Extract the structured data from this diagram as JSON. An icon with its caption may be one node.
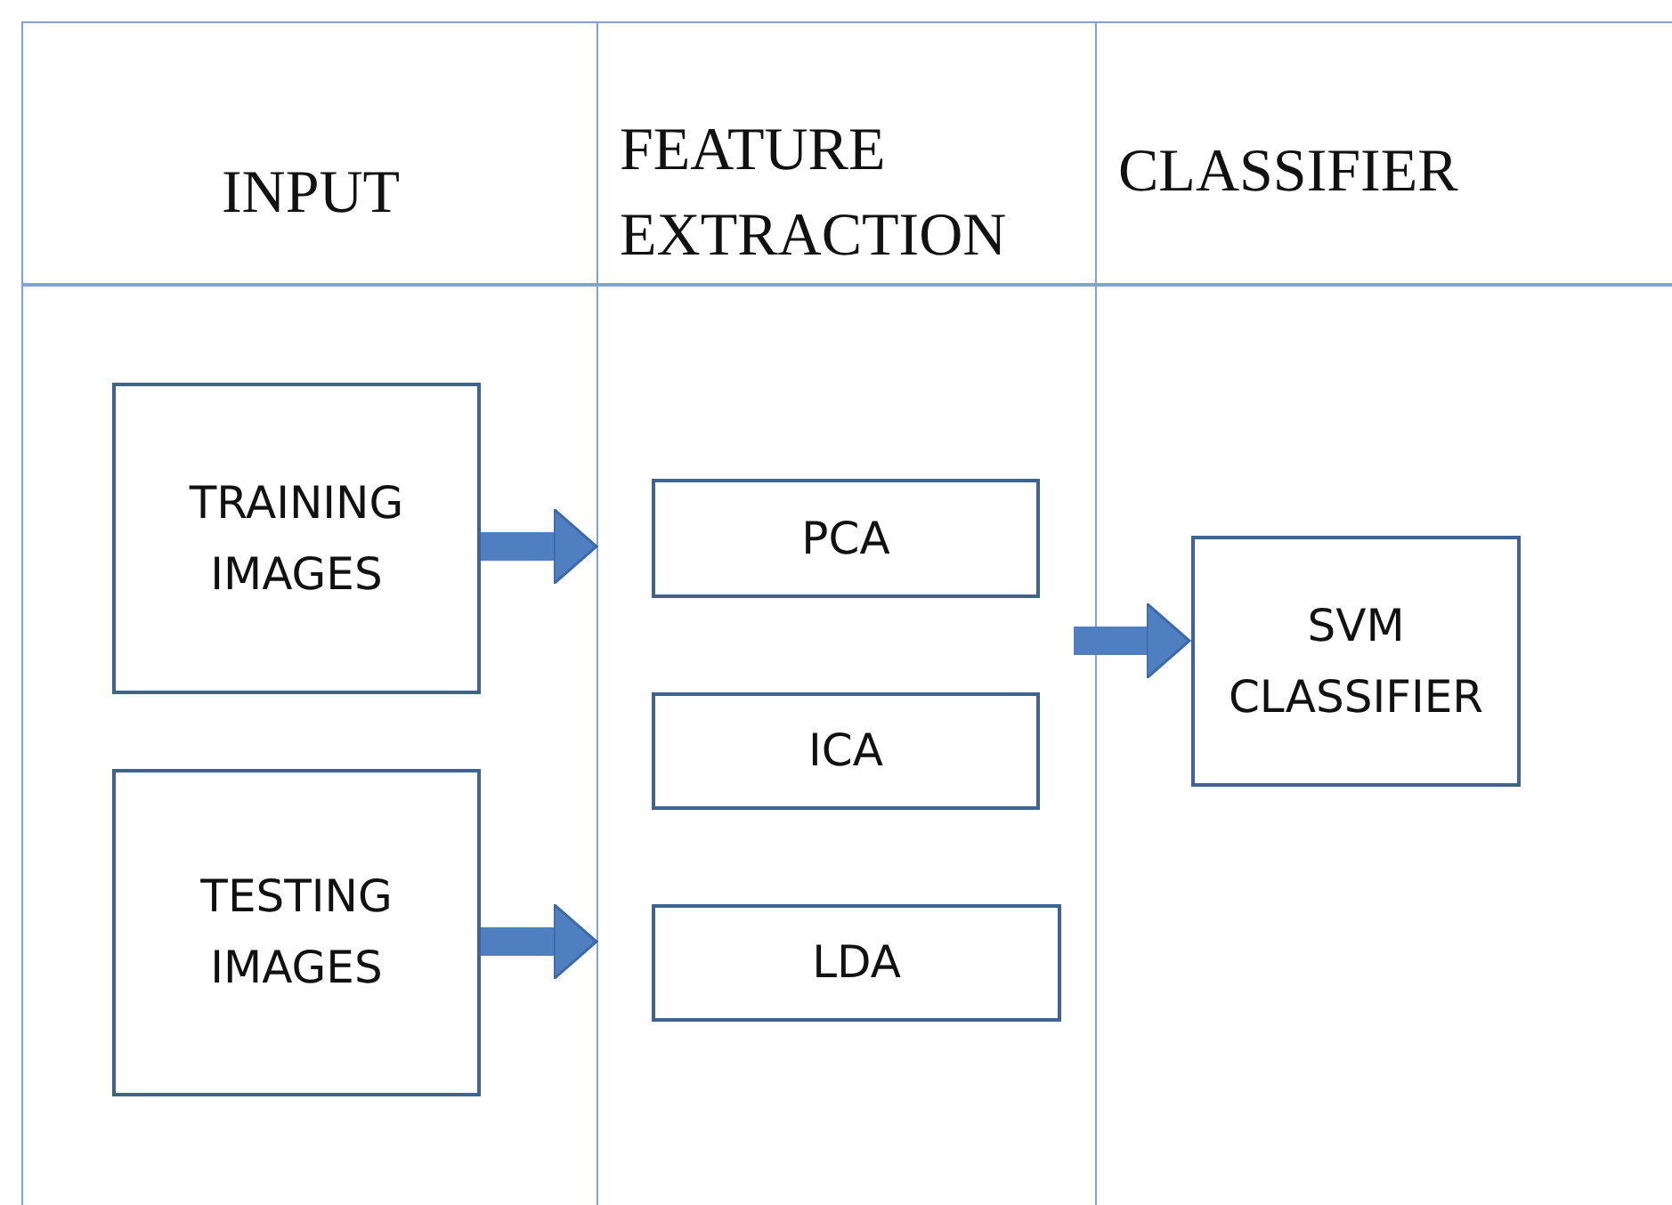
{
  "diagram": {
    "nodes": [
      {
        "text": [
          "INPUT"
        ]
      },
      {
        "text": [
          "TRAINING IMAGES"
        ],
        "in": 0
      },
      {
        "text": [
          "TESTING IMAGES"
        ],
        "in": 0
      },
      {
        "text": [
          "FEATURE EXTRACTION"
        ]
      },
      {
        "text": [
          "PCA"
        ],
        "in": 3
      },
      {
        "text": [
          "ICA"
        ],
        "in": 3
      },
      {
        "text": [
          "LDA"
        ],
        "in": 3
      },
      {
        "text": [
          "CLASSIFIER"
        ]
      },
      {
        "text": [
          "SVM CLASSIFIER"
        ],
        "in": 7
      }
    ],
    "edges": [
      {
        "from": 1,
        "to": 3,
        "arrow": "to"
      },
      {
        "from": 2,
        "to": 3,
        "arrow": "to"
      },
      {
        "from": 3,
        "to": 8,
        "arrow": "to"
      }
    ]
  }
}
